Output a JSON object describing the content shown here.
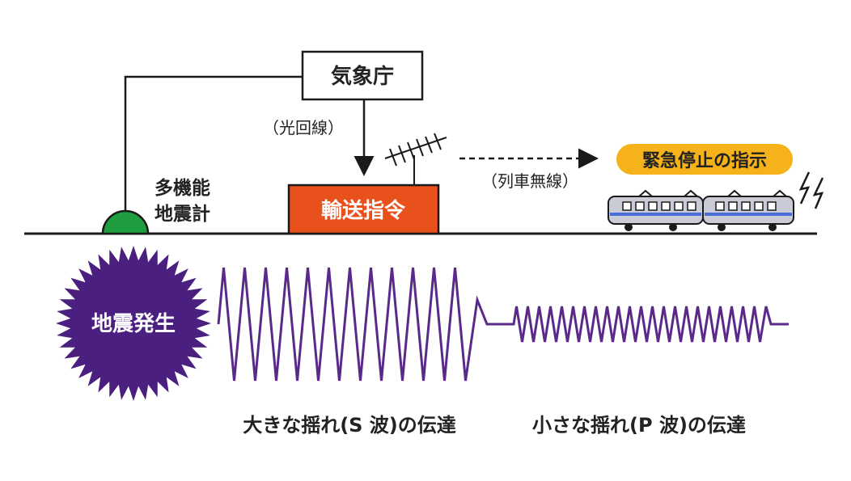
{
  "labels": {
    "jma": "気象庁",
    "fiber_line": "（光回線）",
    "seismometer_line1": "多機能",
    "seismometer_line2": "地震計",
    "dispatch": "輸送指令",
    "train_radio": "（列車無線）",
    "emergency_stop": "緊急停止の指示",
    "quake": "地震発生",
    "s_wave": "大きな揺れ(S 波)の伝達",
    "p_wave": "小さな揺れ(P 波)の伝達"
  },
  "colors": {
    "line": "#1a1a1a",
    "seismometer": "#1e9e3e",
    "dispatch_box": "#e8501c",
    "emergency_badge": "#f5b21a",
    "quake_burst": "#4b1f7f",
    "wave": "#5a2a8a",
    "train_body": "#c9ccd6",
    "train_stripe": "#4a6fd8"
  },
  "icons": {
    "antenna": "antenna-icon",
    "train": "train-icon",
    "lightning": "lightning-icon",
    "seismometer": "seismometer-dome-icon"
  }
}
